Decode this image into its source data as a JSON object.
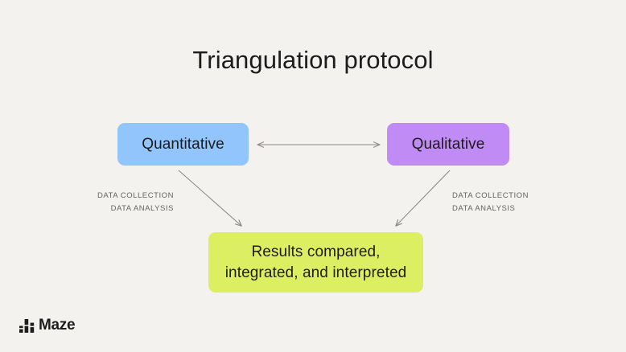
{
  "slide": {
    "title": "Triangulation protocol",
    "background_color": "#F4F2EE",
    "text_color": "#1C1C1A"
  },
  "diagram": {
    "nodes": [
      {
        "id": "quantitative",
        "label": "Quantitative",
        "color": "#93C5FD"
      },
      {
        "id": "qualitative",
        "label": "Qualitative",
        "color": "#C08BF5"
      },
      {
        "id": "results",
        "label_line1": "Results compared,",
        "label_line2": "integrated, and interpreted",
        "color": "#DCEF63"
      }
    ],
    "captions": {
      "left_line1": "DATA COLLECTION",
      "left_line2": "DATA ANALYSIS",
      "right_line1": "DATA COLLECTION",
      "right_line2": "DATA ANALYSIS",
      "color": "#65645F"
    },
    "connectors": [
      {
        "id": "quantitative-qualitative",
        "style": "double-headed-horizontal-arrow"
      },
      {
        "id": "quantitative-results",
        "style": "single-headed-diagonal-arrow"
      },
      {
        "id": "qualitative-results",
        "style": "single-headed-diagonal-arrow"
      }
    ],
    "connector_color": "#8C8B86"
  },
  "footer": {
    "brand": "Maze"
  }
}
